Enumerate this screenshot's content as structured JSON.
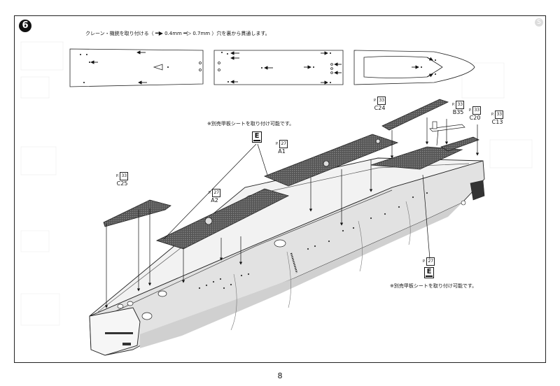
{
  "step": {
    "number": "6"
  },
  "instruction": {
    "prefix": "クレーン・機銃を取り付ける（",
    "size1": "0.4mm",
    "size2": "0.7mm",
    "suffix": "）穴を裏から貫通します。"
  },
  "sheet_notes": {
    "top": "※別売甲板シートを取り付け可能です。",
    "bottom": "※別売甲板シートを取り付け可能です。",
    "mark_letter": "E"
  },
  "parts": [
    {
      "id": "C24",
      "page": "33"
    },
    {
      "id": "B35",
      "page": "33"
    },
    {
      "id": "C20",
      "page": "33"
    },
    {
      "id": "C13",
      "page": "33"
    },
    {
      "id": "A1",
      "page": "27"
    },
    {
      "id": "C25",
      "page": "33"
    },
    {
      "id": "A2",
      "page": "27"
    },
    {
      "id": "E-bottom",
      "page": "27"
    }
  ],
  "page_prefix": "P",
  "page_number": "8",
  "corner_mark": "S"
}
